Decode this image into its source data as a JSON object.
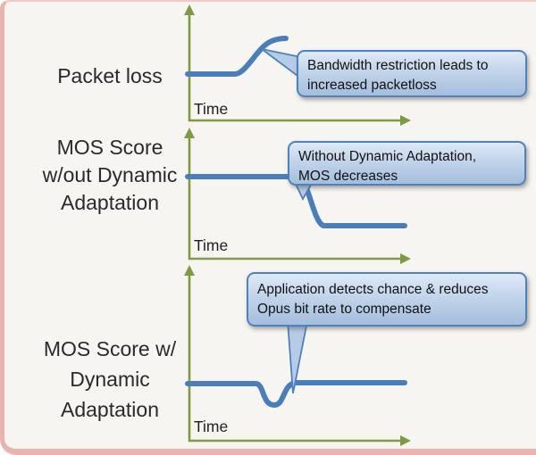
{
  "colors": {
    "axis": "#7e9b43",
    "line": "#4a7ebb",
    "callout_border": "#4f81bd"
  },
  "charts": [
    {
      "label_lines": [
        "Packet loss"
      ],
      "time_label": "Time",
      "line_path": "M205,81 H258 C270,81 283,52 297,45 C303,42 309,41 315,41",
      "callout": {
        "line1": "Bandwidth restriction leads to",
        "line2": "increased packetloss"
      }
    },
    {
      "label_lines": [
        "MOS Score",
        "w/out Dynamic",
        "Adaptation"
      ],
      "time_label": "Time",
      "line_path": "M205,196 H328 C340,196 345,246 357,251 H448",
      "callout": {
        "line1": "Without Dynamic Adaptation,",
        "line2": "MOS decreases"
      }
    },
    {
      "label_lines": [
        "MOS Score w/",
        "Dynamic",
        "Adaptation"
      ],
      "time_label": "Time",
      "line_path": "M205,428 H281 C291,428 288,452 302,452 C314,452 311,429 326,427 H448",
      "callout": {
        "line1": "Application detects chance & reduces",
        "line2": "Opus bit rate to compensate"
      }
    }
  ]
}
